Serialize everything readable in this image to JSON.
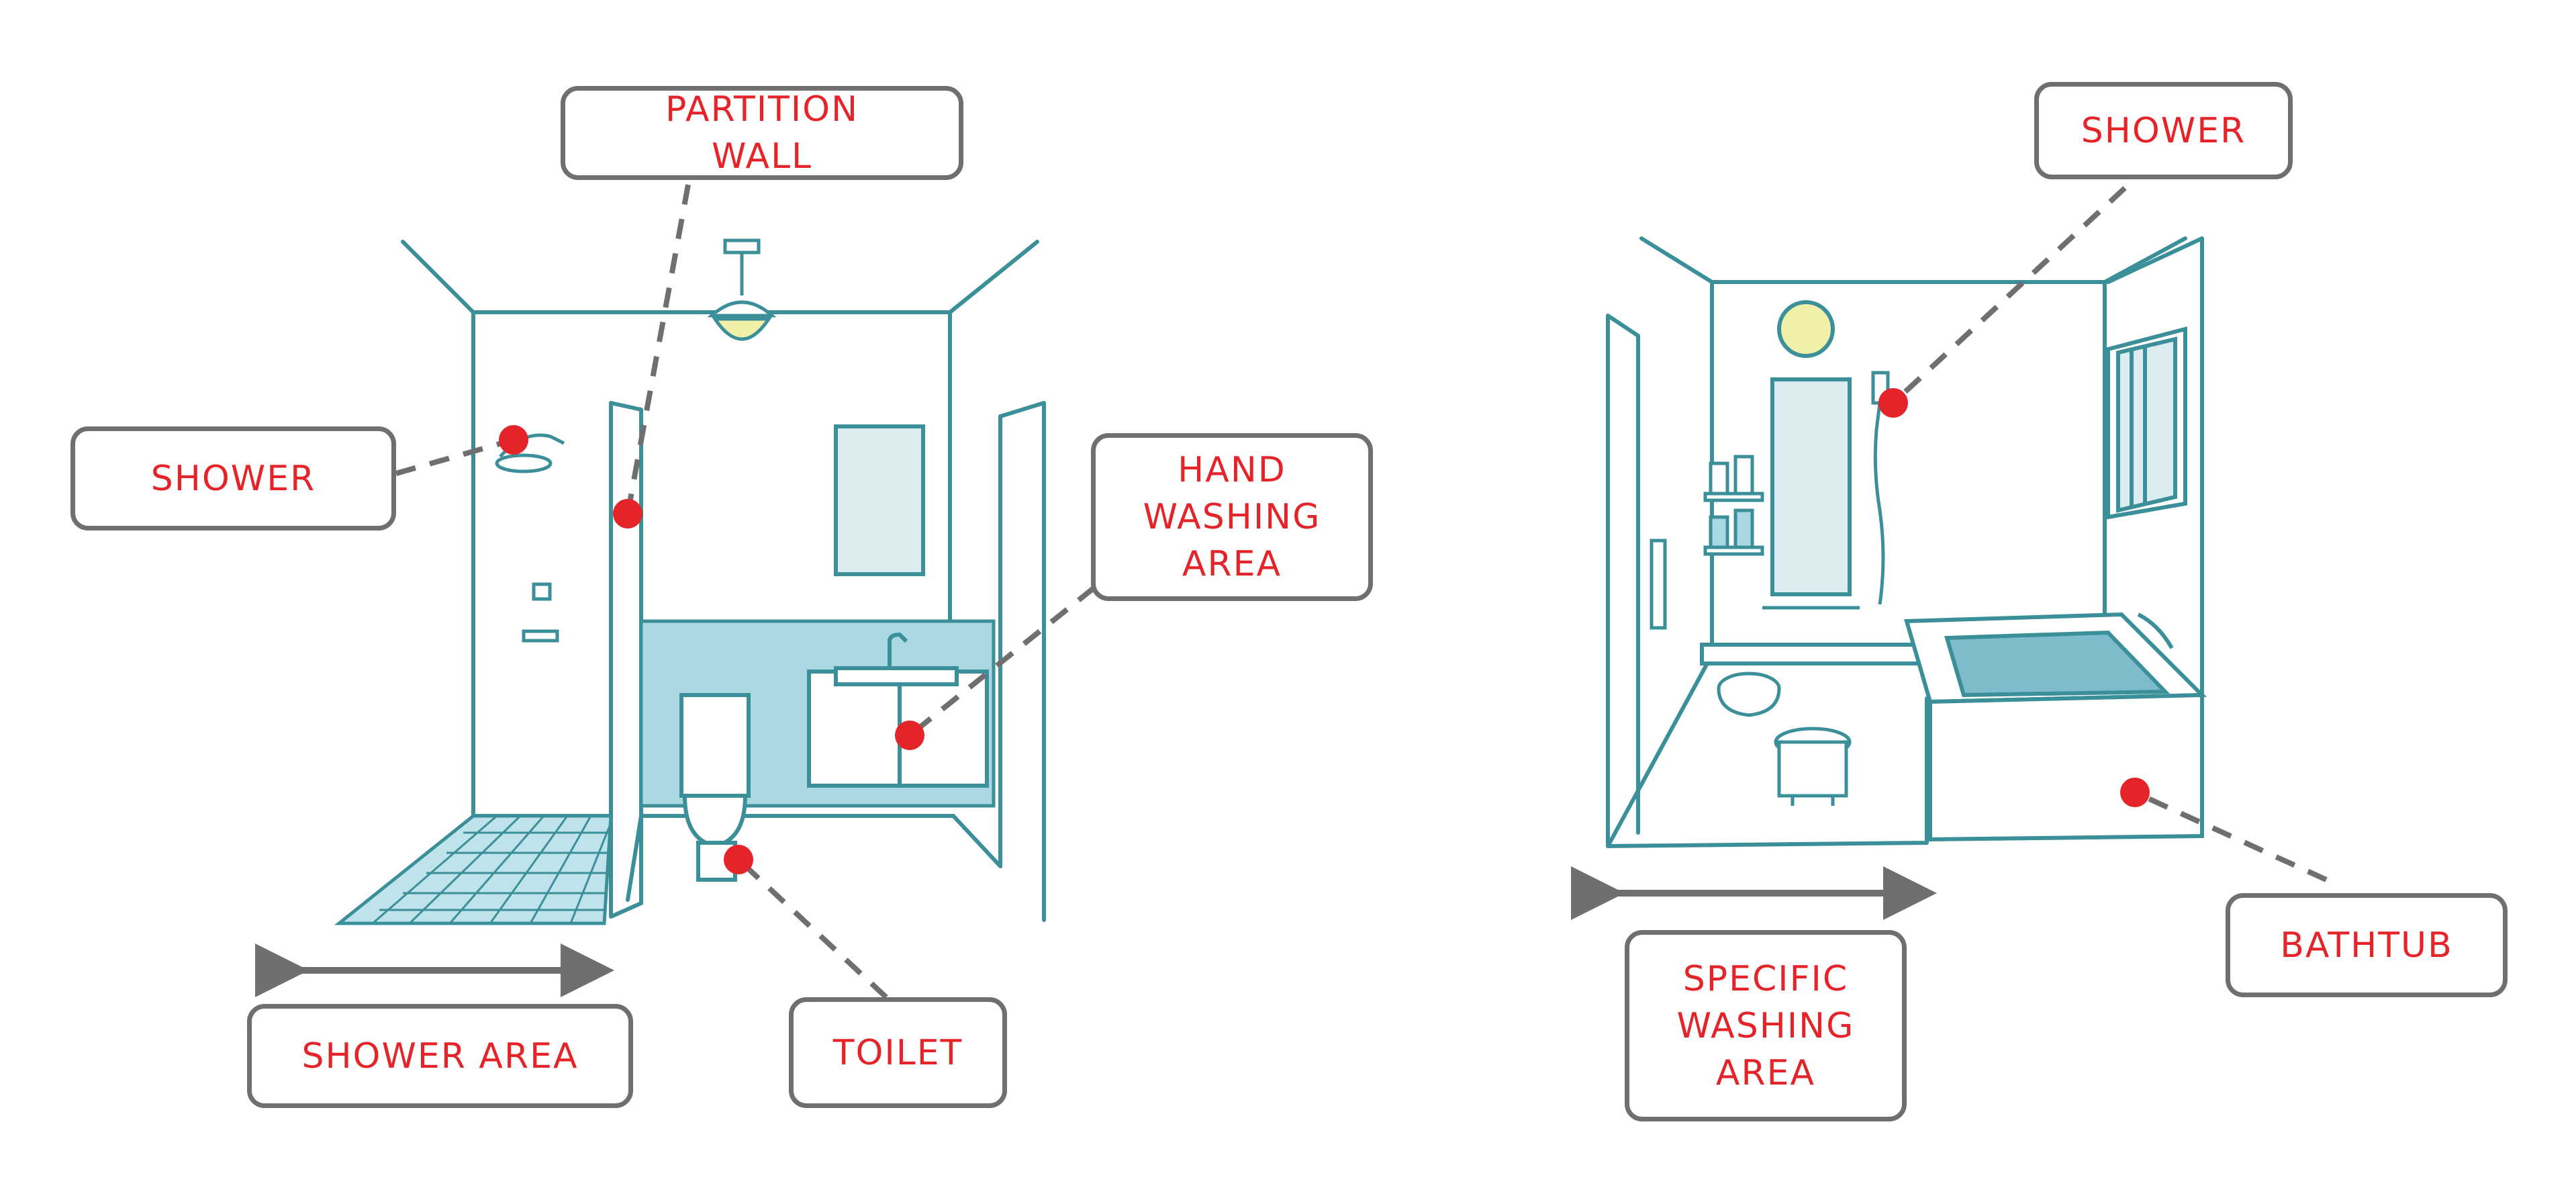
{
  "colors": {
    "ink": "#3b8f99",
    "water": "#a9d8e2",
    "tile": "#bfe3ea",
    "lamp": "#f0f0a8",
    "marker": "#e5242a",
    "leader": "#6f6f6f",
    "label_text": "#e5242a"
  },
  "left_illustration": {
    "labels": {
      "partition_wall": "PARTITION\nWALL",
      "shower": "SHOWER",
      "hand_washing_area": "HAND\nWASHING\nAREA",
      "shower_area": "SHOWER AREA",
      "toilet": "TOILET"
    }
  },
  "right_illustration": {
    "labels": {
      "shower": "SHOWER",
      "bathtub": "BATHTUB",
      "specific_washing_area": "SPECIFIC\nWASHING\nAREA"
    }
  }
}
